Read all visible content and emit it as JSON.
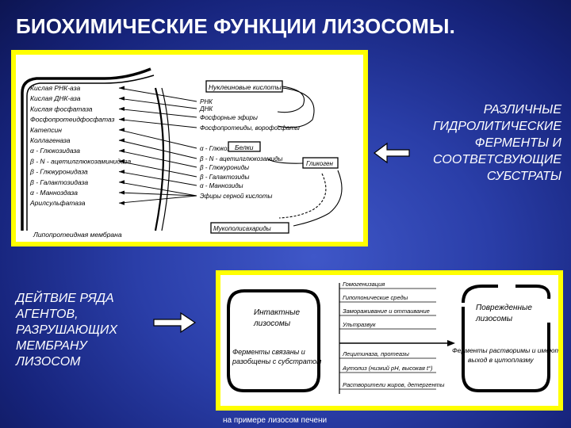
{
  "title": "БИОХИМИЧЕСКИЕ ФУНКЦИИ ЛИЗОСОМЫ.",
  "diagram1": {
    "enzymes": [
      "Кислая РНК-аза",
      "Кислая ДНК-аза",
      "Кислая фосфатаза",
      "Фосфопротеидфосфатаз",
      "Катепсин",
      "Коллагеназа",
      "α - Глюкозидаза",
      "β - N - ацетилглюкозаминидаза",
      "β - Глюкуронидаза",
      "β - Галактозидаза",
      "α - Манноздаза",
      "Арилсульфатаза"
    ],
    "membrane_label": "Липопротеидная мембрана",
    "substrates": [
      "РНК",
      "ДНК",
      "Фосфорные эфиры",
      "Фосфопротеиды, ворофосфаты",
      "α - Глюкозиды",
      "β - N - ацетилглюкозамиды",
      "β - Глюкурониды",
      "β - Галактозиды",
      "α - Маннозиды",
      "Эфиры серной кислоты"
    ],
    "boxes": {
      "nucleic": "Нуклеиновые кислоты",
      "proteins": "Белки",
      "glycogen": "Гликоген",
      "mucopoly": "Мукополисахариды"
    }
  },
  "caption_right": [
    "РАЗЛИЧНЫЕ",
    "ГИДРОЛИТИЧЕСКИЕ",
    "ФЕРМЕНТЫ И",
    "СООТВЕТСВУЮЩИЕ",
    "СУБСТРАТЫ"
  ],
  "caption_left": [
    "ДЕЙТВИЕ РЯДА",
    "АГЕНТОВ,",
    "РАЗРУШАЮЩИХ",
    "МЕМБРАНУ",
    "ЛИЗОСОМ"
  ],
  "diagram2": {
    "intact_title": [
      "Интактные",
      "лизосомы"
    ],
    "intact_body": [
      "Ферменты связаны и",
      "разобщены с субстратом"
    ],
    "damaged_title": [
      "Поврежденные",
      "лизосомы"
    ],
    "damaged_body": [
      "Ферменты растворимы и имеют",
      "выход в цитоплазму"
    ],
    "agents": [
      "Гомогенизация",
      "Гипотонические среды",
      "Замораживание и оттаивание",
      "Ультразвук",
      "Лецитиназа, протеазы",
      "Аутолиз (низкий рН, высокая t°)",
      "Растворители жиров, детергенты"
    ]
  },
  "footnote": "на примере лизосом печени"
}
